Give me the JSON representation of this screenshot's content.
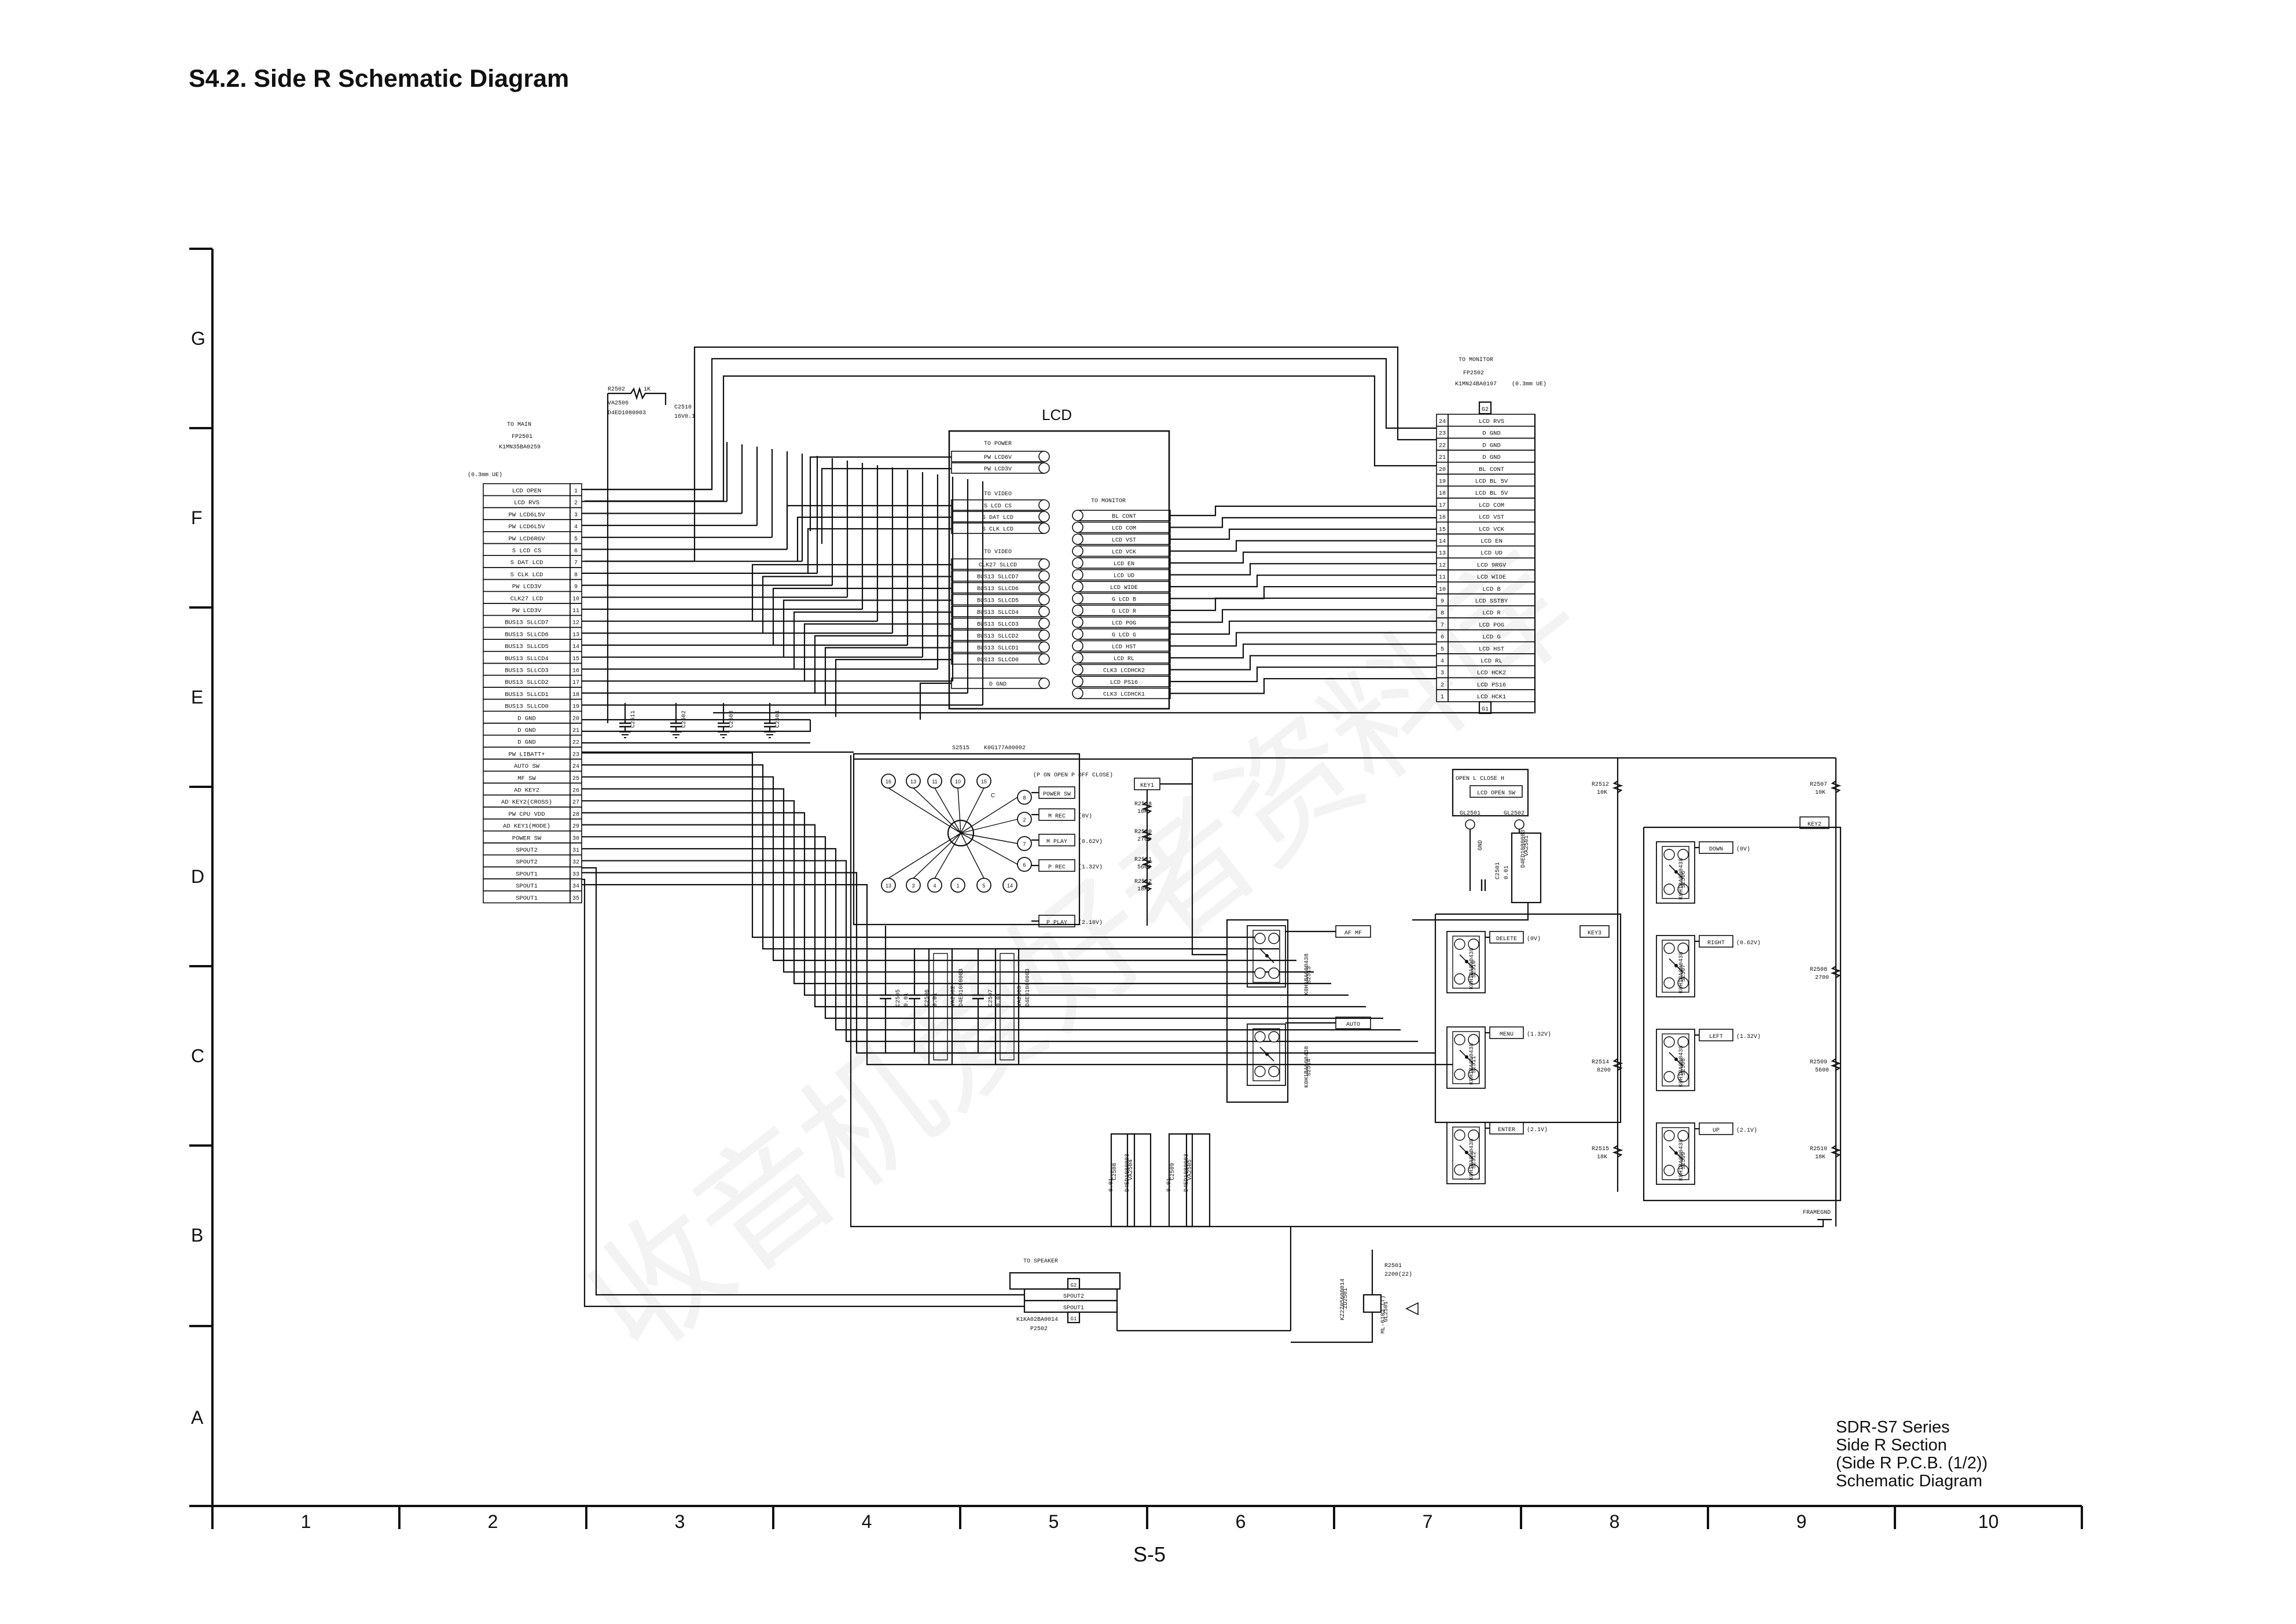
{
  "title": "S4.2. Side R Schematic Diagram",
  "page_number": "S-5",
  "caption": [
    "SDR-S7 Series",
    "Side R Section",
    "(Side R P.C.B. (1/2))",
    "Schematic Diagram"
  ],
  "row_labels": [
    "G",
    "F",
    "E",
    "D",
    "C",
    "B",
    "A"
  ],
  "col_labels": [
    "1",
    "2",
    "3",
    "4",
    "5",
    "6",
    "7",
    "8",
    "9",
    "10"
  ],
  "lcd": {
    "label": "LCD",
    "to_power": "TO POWER",
    "power_pins": [
      "PW LCD6V",
      "PW LCD3V"
    ],
    "to_video1": "TO VIDEO",
    "video1_pins": [
      "S LCD CS",
      "S DAT LCD",
      "S CLK LCD"
    ],
    "to_video2": "TO VIDEO",
    "video2_pins": [
      "CLK27 SLLCD",
      "BUS13 SLLCD7",
      "BUS13 SLLCD6",
      "BUS13 SLLCD5",
      "BUS13 SLLCD4",
      "BUS13 SLLCD3",
      "BUS13 SLLCD2",
      "BUS13 SLLCD1",
      "BUS13 SLLCD0"
    ],
    "dgnd": "D GND",
    "to_monitor": "TO MONITOR",
    "monitor_pins": [
      "BL CONT",
      "LCD COM",
      "LCD VST",
      "LCD VCK",
      "LCD EN",
      "LCD UD",
      "LCD WIDE",
      "G LCD B",
      "G LCD R",
      "LCD POG",
      "G LCD G",
      "LCD HST",
      "LCD RL",
      "CLK3 LCDHCK2",
      "LCD PS16",
      "CLK3 LCDHCK1"
    ]
  },
  "fp2501": {
    "to": "TO MAIN",
    "ref": "FP2501",
    "part": "K1MN35BA0259",
    "pitch": "(0.3mm UE)",
    "pins": [
      "LCD OPEN",
      "LCD RVS",
      "PW LCD6L5V",
      "PW LCD6L5V",
      "PW LCD6RGV",
      "S LCD CS",
      "S DAT LCD",
      "S CLK LCD",
      "PW LCD3V",
      "CLK27 LCD",
      "PW LCD3V",
      "BUS13 SLLCD7",
      "BUS13 SLLCD6",
      "BUS13 SLLCD5",
      "BUS13 SLLCD4",
      "BUS13 SLLCD3",
      "BUS13 SLLCD2",
      "BUS13 SLLCD1",
      "BUS13 SLLCD0",
      "D GND",
      "D GND",
      "D GND",
      "PW LIBATT+",
      "AUTO SW",
      "MF SW",
      "AD KEY2",
      "AD KEY2(CROSS)",
      "PW CPU VDD",
      "AD KEY1(MODE)",
      "POWER SW",
      "SPOUT2",
      "SPOUT2",
      "SPOUT1",
      "SPOUT1",
      "SPOUT1"
    ]
  },
  "fp2502": {
    "to": "TO MONITOR",
    "ref": "FP2502",
    "part": "K1MN24BA0197",
    "pitch": "(0.3mm UE)",
    "pins": [
      "LCD RVS",
      "D GND",
      "D GND",
      "D GND",
      "BL CONT",
      "LCD BL 5V",
      "LCD BL 5V",
      "LCD COM",
      "LCD VST",
      "LCD VCK",
      "LCD EN",
      "LCD UD",
      "LCD 9RGV",
      "LCD WIDE",
      "LCD B",
      "LCD SSTBY",
      "LCD R",
      "LCD POG",
      "LCD G",
      "LCD HST",
      "LCD RL",
      "LCD HCK2",
      "LCD PS16",
      "LCD HCK1"
    ]
  },
  "r2502": {
    "ref": "R2502",
    "value": "1K"
  },
  "va2506": {
    "ref": "VA2506",
    "part": "D4ED1080003"
  },
  "c2510": {
    "ref": "C2510",
    "value": "16V0.1"
  },
  "bottom_caps": [
    "C2511",
    "C2502",
    "C2503",
    "C2504"
  ],
  "s2515": {
    "ref": "S2515",
    "part": "K0G177A00002",
    "mode_hdr": "(P ON OPEN P OFF CLOSE)",
    "pins_top": [
      "16",
      "13",
      "11",
      "10",
      "15"
    ],
    "pins_bot": [
      "13",
      "3",
      "4",
      "1",
      "5",
      "14"
    ],
    "pins_side": [
      "8",
      "2",
      "7",
      "6"
    ],
    "c_label": "C",
    "labels": [
      {
        "name": "POWER SW",
        "volt": ""
      },
      {
        "name": "M REC",
        "volt": "(0V)"
      },
      {
        "name": "M PLAY",
        "volt": "(0.62V)"
      },
      {
        "name": "P REC",
        "volt": "(1.32V)"
      },
      {
        "name": "P PLAY",
        "volt": "(2.10V)"
      }
    ]
  },
  "key1": "KEY1",
  "key2": "KEY2",
  "key3": "KEY3",
  "resistors_mid": [
    {
      "ref": "R2518",
      "value": "10K"
    },
    {
      "ref": "R2520",
      "value": "2700"
    },
    {
      "ref": "R2521",
      "value": "5600"
    },
    {
      "ref": "R2522",
      "value": "18K"
    }
  ],
  "caps_mid": [
    {
      "ref": "C2505",
      "value": "0.01"
    },
    {
      "ref": "C2506",
      "value": "0.01"
    },
    {
      "ref": "VA2502",
      "value": "D4ED1080003"
    },
    {
      "ref": "C2507",
      "value": "0.01"
    },
    {
      "ref": "VA2503",
      "value": "D4ED1080003"
    }
  ],
  "switch_af_mf": {
    "label": "AF MF",
    "ref": "S2513",
    "part": "K0H1BA000438"
  },
  "switch_auto": {
    "label": "AUTO",
    "ref": "S2514",
    "part": "K0H1BA000438"
  },
  "open_close": {
    "hdr": "OPEN L CLOSE H",
    "label": "LCD OPEN SW",
    "gl1": "GL2501",
    "gl2": "GL2502",
    "gnd": "GND"
  },
  "c2501": {
    "ref": "C2501",
    "value": "0.01"
  },
  "va2501": {
    "ref": "VA2501",
    "part": "D4ED1080003"
  },
  "keys_mid": [
    {
      "label": "DELETE",
      "volt": "(0V)",
      "ref": "S2510",
      "part": "K0H1BA000438"
    },
    {
      "label": "MENU",
      "volt": "(1.32V)",
      "ref": "S2511",
      "part": "K0H1BA000438"
    },
    {
      "label": "ENTER",
      "volt": "(2.1V)",
      "ref": "S2512",
      "part": "K0H1BA000438"
    }
  ],
  "keys_right": [
    {
      "label": "DOWN",
      "volt": "(0V)",
      "ref": "S2506",
      "part": "K0H1BA000438"
    },
    {
      "label": "RIGHT",
      "volt": "(0.62V)",
      "ref": "S2507",
      "part": "K0H1BA000438"
    },
    {
      "label": "LEFT",
      "volt": "(1.32V)",
      "ref": "S2508",
      "part": "K0H1BA000438"
    },
    {
      "label": "UP",
      "volt": "(2.1V)",
      "ref": "S2509",
      "part": "K0H1BA000438"
    }
  ],
  "res_right": [
    {
      "ref": "R2512",
      "value": "10K"
    },
    {
      "ref": "R2514",
      "value": "8200"
    },
    {
      "ref": "R2515",
      "value": "18K"
    },
    {
      "ref": "R2507",
      "value": "10K"
    },
    {
      "ref": "R2508",
      "value": "2700"
    },
    {
      "ref": "R2509",
      "value": "5600"
    },
    {
      "ref": "R2510",
      "value": "18K"
    }
  ],
  "lower_caps": [
    {
      "ref": "C2508",
      "value": "0.01"
    },
    {
      "ref": "VA2504",
      "value": "D4ED1080003"
    },
    {
      "ref": "C2509",
      "value": "0.01"
    },
    {
      "ref": "VA2505",
      "value": "D4ED1080003"
    }
  ],
  "frame_gnd": "FRAMEGND",
  "p2502": {
    "to": "TO SPEAKER",
    "ref": "P2502",
    "part": "K1KA02BA0014",
    "pins": [
      "G2",
      "SPOUT2",
      "SPOUT1",
      "G1"
    ]
  },
  "zd2501": {
    "ref": "ZD2501",
    "part": "KZ2Z05600014"
  },
  "r2501": {
    "ref": "R2501",
    "value": "2200(22)"
  },
  "gl2501b": {
    "ref": "GL2501",
    "part": "ML-6102 (T)"
  },
  "watermark": "收音机爱好者资料库"
}
